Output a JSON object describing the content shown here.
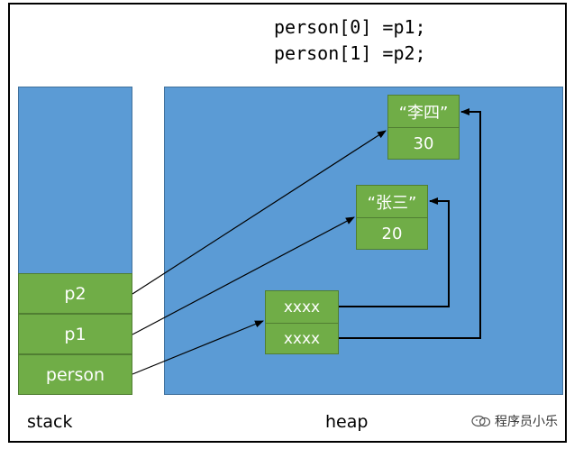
{
  "code_lines": [
    "person[0] =p1;",
    "person[1] =p2;"
  ],
  "stack": {
    "label": "stack",
    "cells": [
      "p2",
      "p1",
      "person"
    ]
  },
  "heap": {
    "label": "heap",
    "objects": [
      {
        "name": "“李四”",
        "age": "30"
      },
      {
        "name": "“张三”",
        "age": "20"
      }
    ],
    "array_cells": [
      "xxxx",
      "xxxx"
    ]
  },
  "watermark": "程序员小乐",
  "colors": {
    "panel": "#5b9bd5",
    "cell": "#70ad47",
    "arrow": "#000000"
  }
}
